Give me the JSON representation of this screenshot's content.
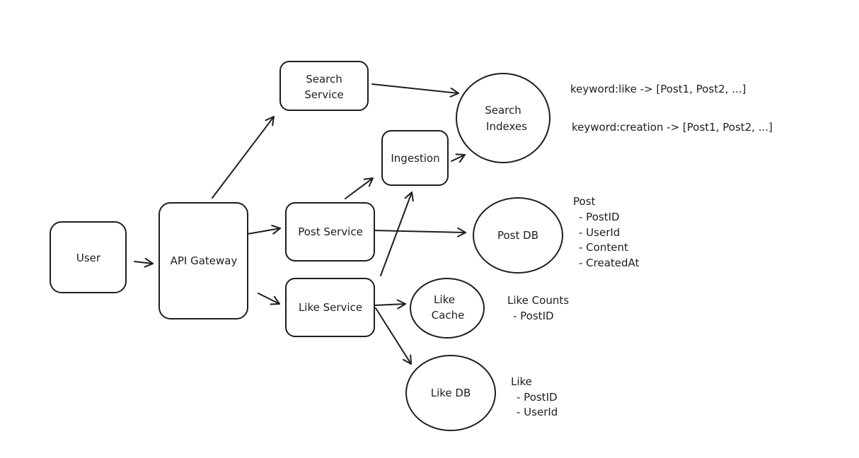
{
  "colors": {
    "stroke": "#1e1e1e",
    "background": "#ffffff"
  },
  "nodes": {
    "user": {
      "label": "User"
    },
    "api_gateway": {
      "label": "API Gateway"
    },
    "search_service": {
      "line1": "Search",
      "line2": "Service"
    },
    "post_service": {
      "label": "Post Service"
    },
    "like_service": {
      "label": "Like Service"
    },
    "ingestion": {
      "label": "Ingestion"
    },
    "search_indexes": {
      "line1": "Search",
      "line2": "Indexes"
    },
    "post_db": {
      "label": "Post DB"
    },
    "like_cache": {
      "line1": "Like",
      "line2": "Cache"
    },
    "like_db": {
      "label": "Like DB"
    }
  },
  "notes": {
    "search_index_entries": [
      "keyword:like -> [Post1, Post2, ...]",
      "keyword:creation -> [Post1, Post2, ...]"
    ],
    "post_schema": {
      "title": "Post",
      "fields": [
        "- PostID",
        "- UserId",
        "- Content",
        "- CreatedAt"
      ]
    },
    "like_counts_schema": {
      "title": "Like Counts",
      "fields": [
        "- PostID"
      ]
    },
    "like_schema": {
      "title": "Like",
      "fields": [
        "- PostID",
        "- UserId"
      ]
    }
  }
}
